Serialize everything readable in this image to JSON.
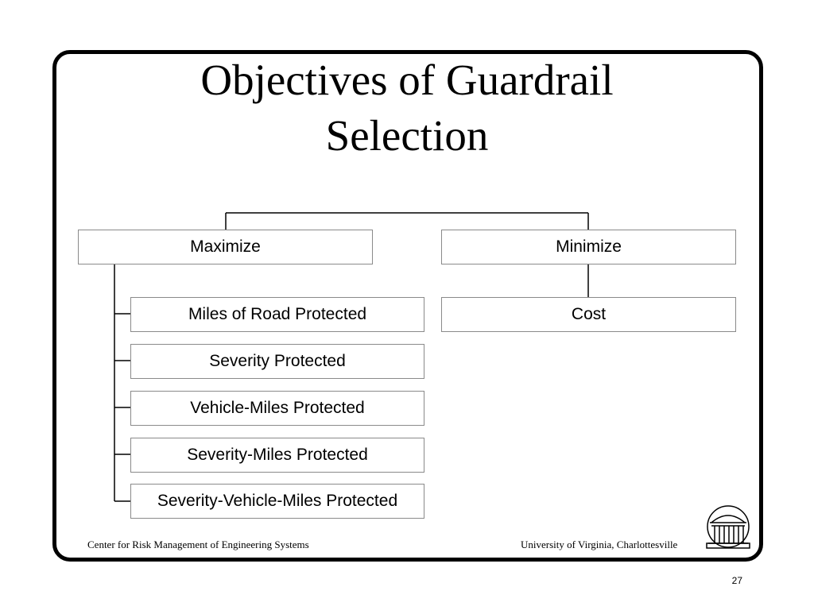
{
  "slide": {
    "title_line1": "Objectives of Guardrail",
    "title_line2": "Selection",
    "page_number": "27"
  },
  "hierarchy": {
    "maximize": {
      "label": "Maximize",
      "children": [
        "Miles of Road Protected",
        "Severity Protected",
        "Vehicle-Miles Protected",
        "Severity-Miles Protected",
        "Severity-Vehicle-Miles Protected"
      ]
    },
    "minimize": {
      "label": "Minimize",
      "children": [
        "Cost"
      ]
    }
  },
  "footer": {
    "left": "Center for Risk Management of Engineering Systems",
    "right": "University of Virginia, Charlottesville"
  },
  "colors": {
    "frame": "#000000",
    "box_border": "#8a8a8a",
    "connector": "#000000"
  },
  "icons": {
    "logo": "university-rotunda-logo"
  }
}
